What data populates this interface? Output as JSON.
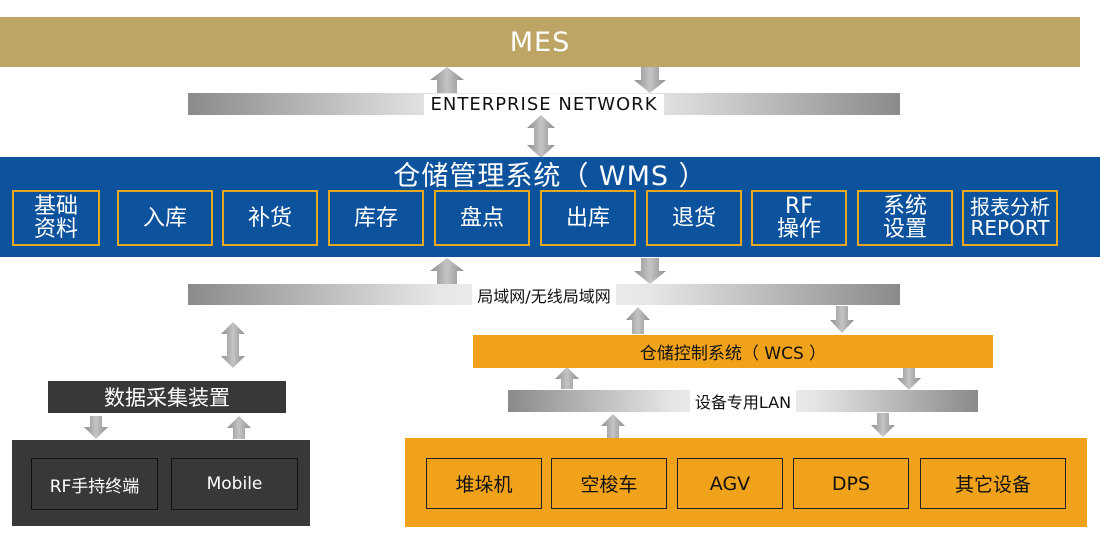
{
  "mes": {
    "label": "MES"
  },
  "enterprise_network": {
    "label": "ENTERPRISE NETWORK"
  },
  "wms": {
    "title": "仓储管理系统（ WMS ）",
    "modules": [
      {
        "line1": "基础",
        "line2": "资料"
      },
      {
        "line1": "入库",
        "line2": ""
      },
      {
        "line1": "补货",
        "line2": ""
      },
      {
        "line1": "库存",
        "line2": ""
      },
      {
        "line1": "盘点",
        "line2": ""
      },
      {
        "line1": "出库",
        "line2": ""
      },
      {
        "line1": "退货",
        "line2": ""
      },
      {
        "line1": "RF",
        "line2": "操作"
      },
      {
        "line1": "系统",
        "line2": "设置"
      },
      {
        "line1": "报表分析",
        "line2": "REPORT"
      }
    ]
  },
  "lan": {
    "label": "局域网/无线局域网"
  },
  "wcs": {
    "label": "仓储控制系统（ WCS ）"
  },
  "device_lan": {
    "label": "设备专用LAN"
  },
  "data_collection": {
    "label": "数据采集装置"
  },
  "terminals": [
    "RF手持终端",
    "Mobile"
  ],
  "equipment": [
    "堆垛机",
    "空梭车",
    "AGV",
    "DPS",
    "其它设备"
  ],
  "colors": {
    "mes": "#bea566",
    "wms": "#0d529c",
    "module_border": "#e5a823",
    "orange": "#f0a21b",
    "dark": "#3a3737",
    "arrow": "#a8a8a8"
  }
}
